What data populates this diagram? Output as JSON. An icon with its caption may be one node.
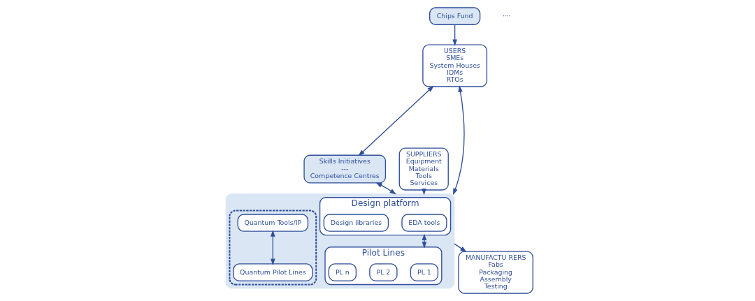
{
  "diagram": {
    "nodes": [
      {
        "text": [
          "Chips Fund"
        ]
      },
      {
        "text": [
          "USERS",
          "SMEs",
          "System Houses",
          "IDMs",
          "RTOs"
        ]
      },
      {
        "text": [
          "Skills Initiatives",
          "---",
          "Competence Centres"
        ]
      },
      {
        "text": [
          "SUPPLIERS",
          "Equipment",
          "Materials",
          "Tools",
          "Services"
        ]
      },
      {
        "text": [],
        "shape": "box"
      },
      {
        "text": [
          "Design platform"
        ],
        "in": 4
      },
      {
        "text": [
          "EDA tools"
        ],
        "in": 5
      },
      {
        "text": [
          "Design libraries"
        ],
        "in": 5
      },
      {
        "text": [],
        "shape": "box",
        "in": 4
      },
      {
        "text": [
          "Quantum Tools/IP"
        ],
        "in": 8
      },
      {
        "text": [
          "Pilot Lines"
        ],
        "in": 4
      },
      {
        "text": [
          "PL 1"
        ],
        "in": 10
      },
      {
        "text": [
          "PL 2"
        ],
        "in": 10
      },
      {
        "text": [
          "PL n"
        ],
        "in": 10
      },
      {
        "text": [
          "Quantum Pilot Lines"
        ],
        "in": 8
      },
      {
        "text": [
          "MANUFACTU RERS",
          "Fabs",
          "Packaging",
          "Assembly",
          "Testing"
        ]
      }
    ],
    "edges": [
      {
        "from": 0,
        "to": 1,
        "arrow": "to"
      },
      {
        "from": 1,
        "to": 2,
        "arrow": "both"
      },
      {
        "from": 1,
        "to": 4,
        "arrow": "both"
      },
      {
        "from": 2,
        "to": 4,
        "arrow": "both"
      },
      {
        "from": 5,
        "to": 10,
        "arrow": "both"
      },
      {
        "from": 9,
        "to": 14,
        "arrow": "both"
      },
      {
        "from": 3,
        "to": 4,
        "arrow": "to"
      },
      {
        "from": 4,
        "to": 15,
        "arrow": "to"
      }
    ],
    "labels": [
      "····"
    ]
  }
}
